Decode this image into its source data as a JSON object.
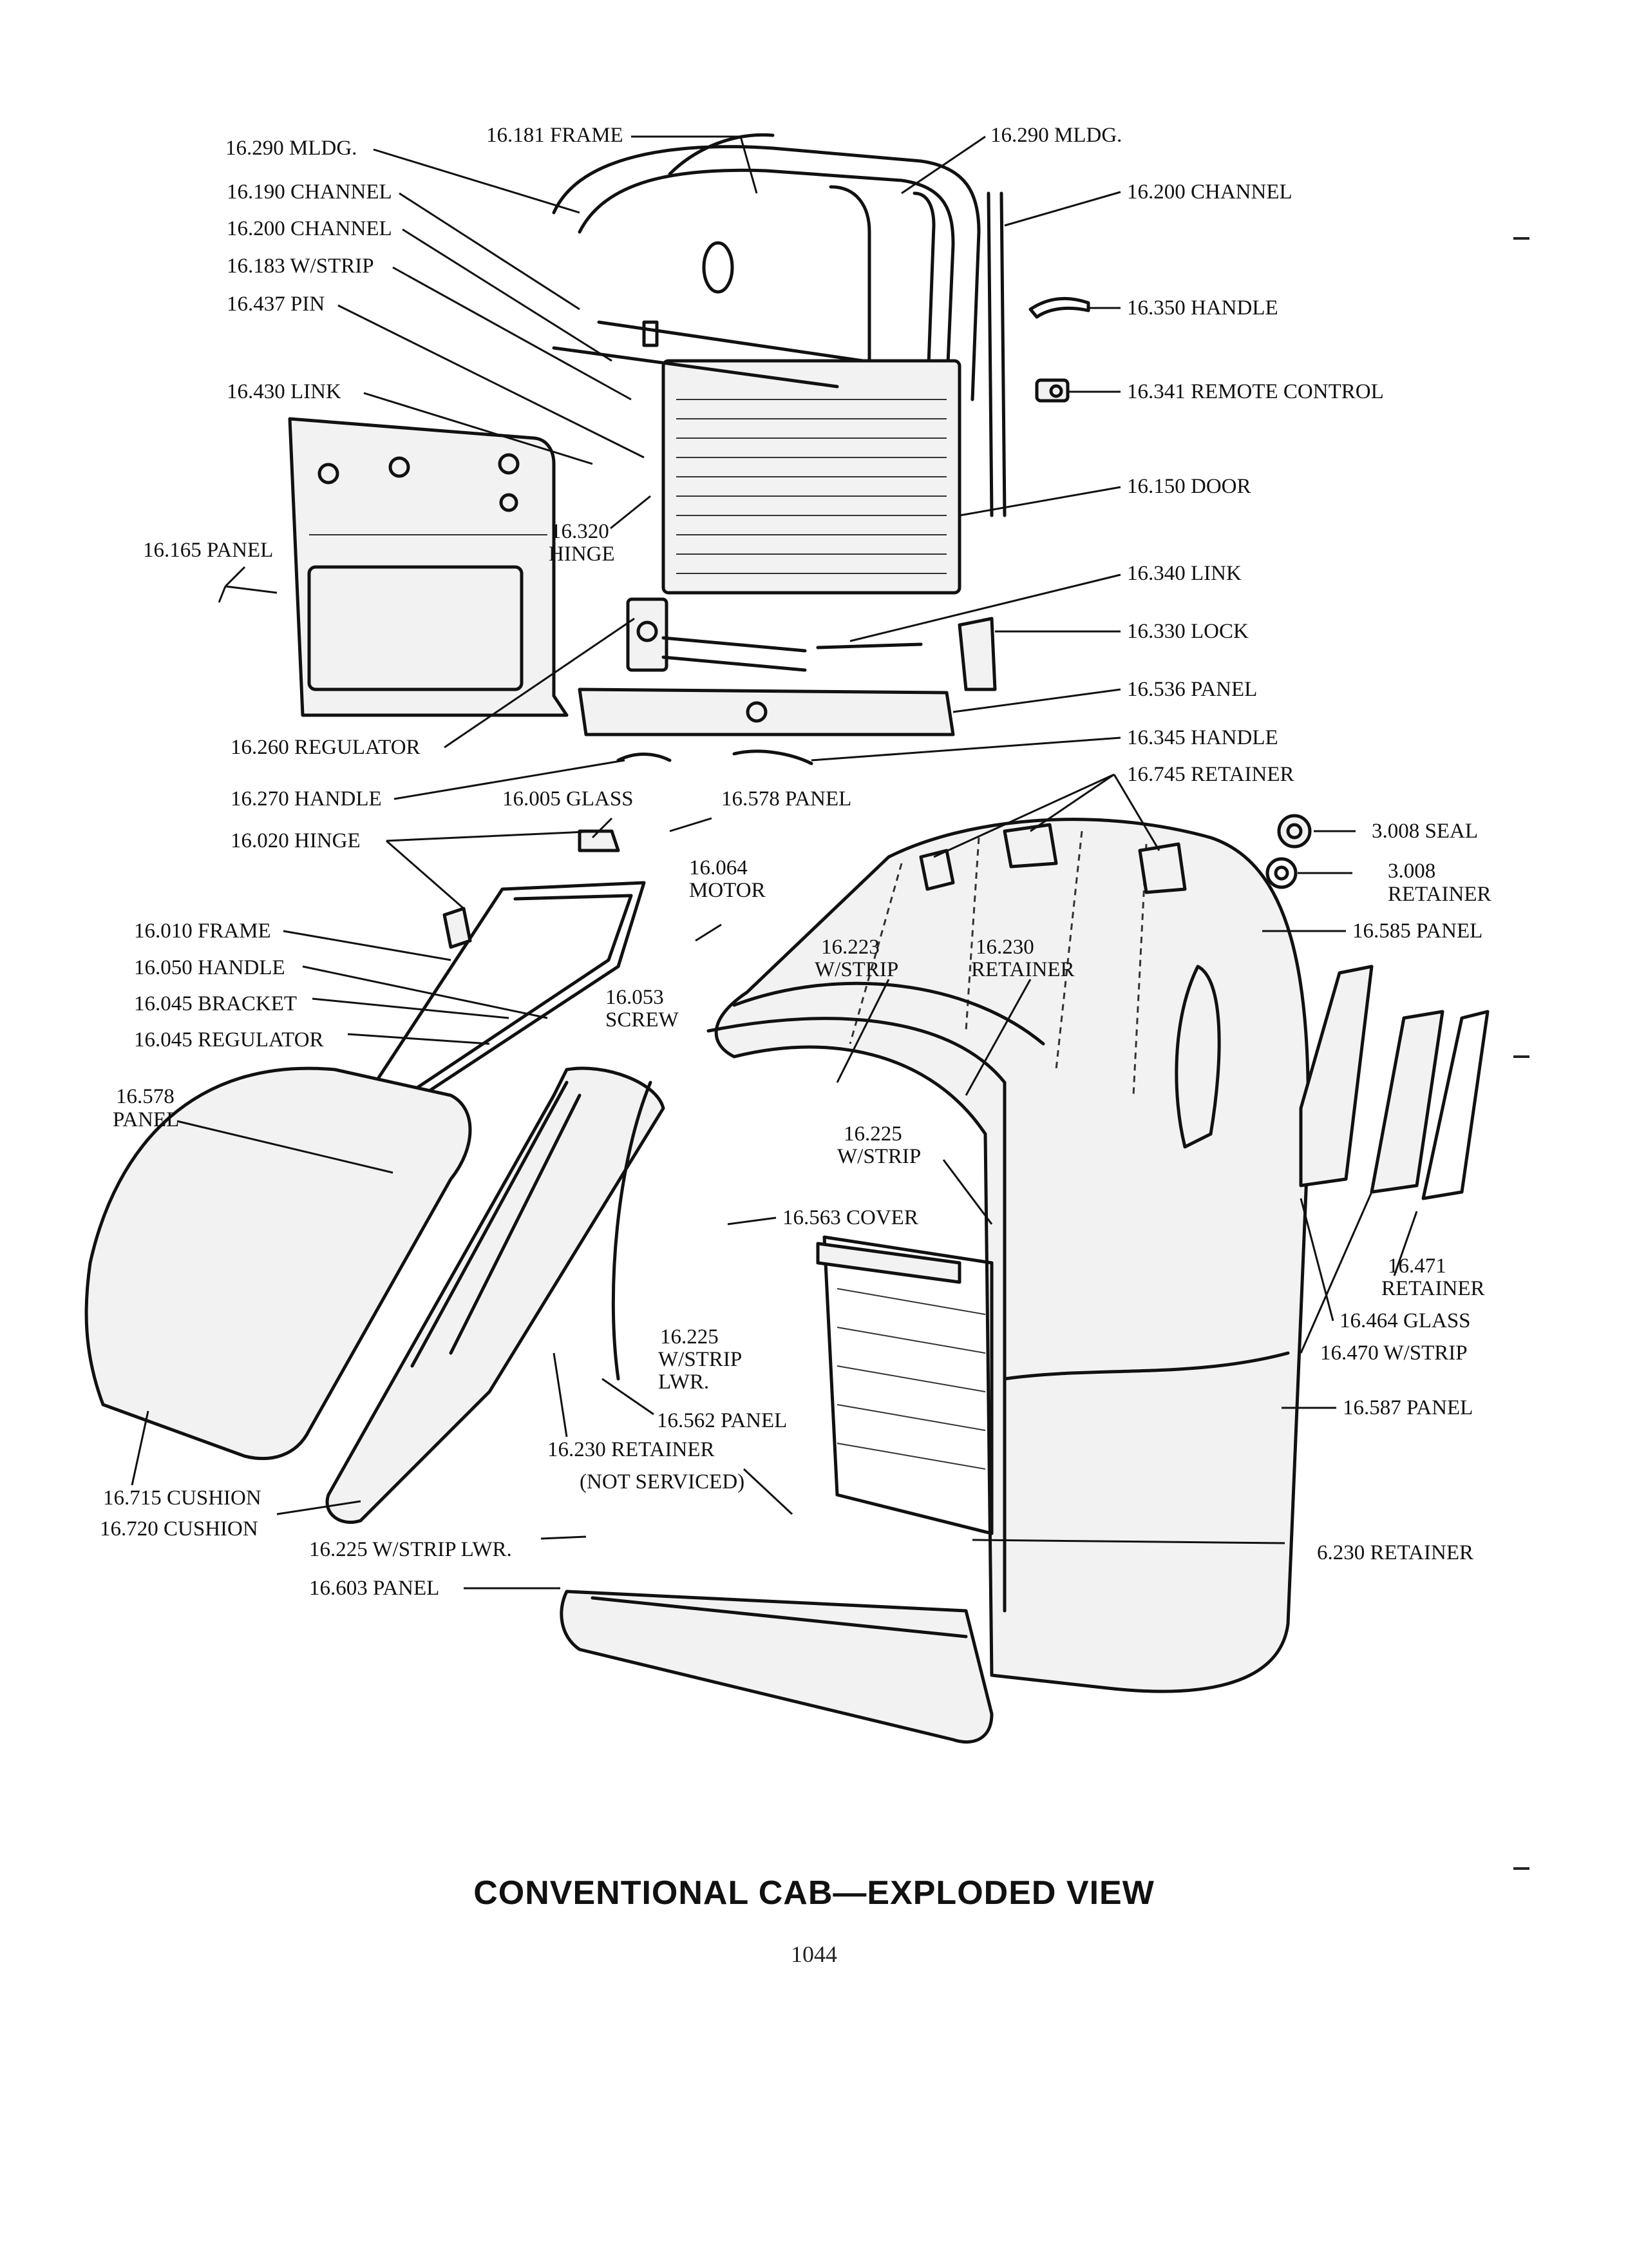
{
  "figure": {
    "caption": "CONVENTIONAL CAB—EXPLODED VIEW",
    "page_number": "1044"
  },
  "callouts": [
    "16.290 MLDG.",
    "16.181 FRAME",
    "16.290 MLDG.",
    "16.190 CHANNEL",
    "16.200 CHANNEL",
    "16.200 CHANNEL",
    "16.183 W/STRIP",
    "16.437 PIN",
    "16.350 HANDLE",
    "16.430 LINK",
    "16.341 REMOTE CONTROL",
    "16.150 DOOR",
    "16.165 PANEL",
    "16.320",
    "HINGE",
    "16.340 LINK",
    "16.330 LOCK",
    "16.536 PANEL",
    "16.260 REGULATOR",
    "16.345 HANDLE",
    "16.745 RETAINER",
    "16.270 HANDLE",
    "16.005 GLASS",
    "16.578 PANEL",
    "3.008 SEAL",
    "16.020 HINGE",
    "3.008",
    "RETAINER",
    "16.064",
    "MOTOR",
    "16.585 PANEL",
    "16.010 FRAME",
    "16.223",
    "W/STRIP",
    "16.230",
    "RETAINER",
    "16.050 HANDLE",
    "16.053",
    "SCREW",
    "16.045 BRACKET",
    "16.045 REGULATOR",
    "16.578",
    "PANEL",
    "16.225",
    "W/STRIP",
    "16.563 COVER",
    "16.471",
    "RETAINER",
    "16.225",
    "W/STRIP",
    "LWR.",
    "16.464 GLASS",
    "16.470 W/STRIP",
    "16.587 PANEL",
    "16.562 PANEL",
    "16.230 RETAINER",
    "(NOT SERVICED)",
    "16.715 CUSHION",
    "16.720 CUSHION",
    "16.225 W/STRIP LWR.",
    "6.230 RETAINER",
    "16.603 PANEL"
  ]
}
